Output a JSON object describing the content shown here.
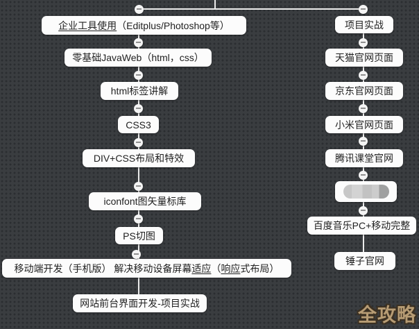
{
  "colors": {
    "background": "#3a3d40",
    "dot": "#2b2e31",
    "node_bg": "#fcfcfc",
    "node_text": "#1f1f1f",
    "line": "#ececec",
    "minus": "#8f8f8f",
    "watermark": "#b79c74"
  },
  "watermark": {
    "text": "全攻略"
  },
  "left": {
    "nodes": [
      {
        "label_link": "企业工具使用",
        "label_rest": "（Editplus/Photoshop等）"
      },
      {
        "label": "零基础JavaWeb（html，css）"
      },
      {
        "label": "html标签讲解"
      },
      {
        "label": "CSS3"
      },
      {
        "label": "DIV+CSS布局和特效"
      },
      {
        "label": "iconfont图矢量标库"
      },
      {
        "label": "PS切图"
      },
      {
        "seg1": "移动端开发（手机版） 解决移动设备屏幕",
        "seg2_u": "适应",
        "seg3": "（",
        "seg4_u": "响应",
        "seg5": "式布局）"
      },
      {
        "label": "网站前台界面开发-项目实战"
      }
    ]
  },
  "right": {
    "nodes": [
      {
        "label": "项目实战"
      },
      {
        "label": "天猫官网页面"
      },
      {
        "label": "京东官网页面"
      },
      {
        "label": "小米官网页面"
      },
      {
        "label": "腾讯课堂官网"
      },
      {
        "label": "",
        "censored": true
      },
      {
        "label": "百度音乐PC+移动完整"
      },
      {
        "label": "锤子官网"
      }
    ]
  }
}
